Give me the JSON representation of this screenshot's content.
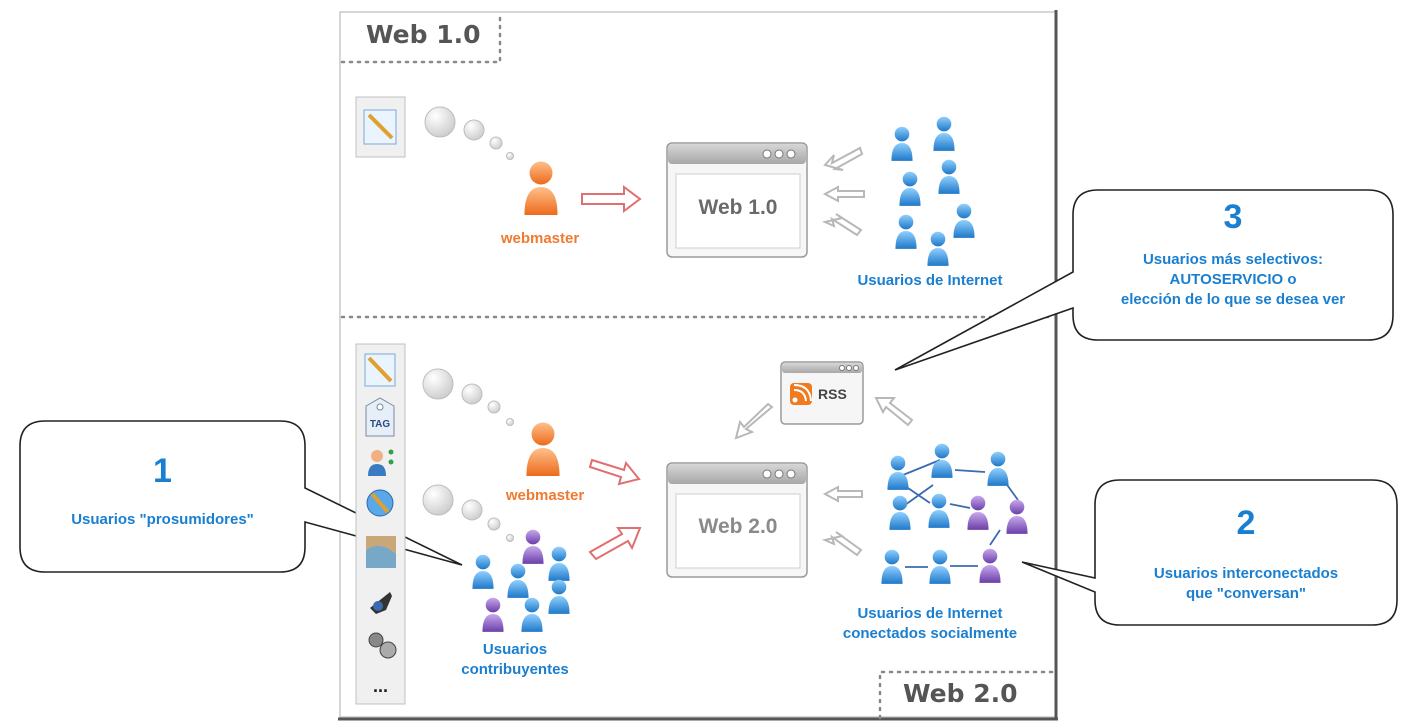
{
  "sections": {
    "top": "Web 1.0",
    "bottom": "Web 2.0"
  },
  "top": {
    "window_title": "Web 1.0",
    "webmaster": "webmaster",
    "users": "Usuarios de Internet"
  },
  "bottom": {
    "window_title": "Web 2.0",
    "webmaster": "webmaster",
    "rss": "RSS",
    "tag": "TAG",
    "ellipsis": "...",
    "contrib_line1": "Usuarios",
    "contrib_line2": "contribuyentes",
    "social_line1": "Usuarios de Internet",
    "social_line2": "conectados socialmente"
  },
  "callouts": {
    "c1": {
      "number": "1",
      "line1": "Usuarios \"prosumidores\""
    },
    "c2": {
      "number": "2",
      "line1": "Usuarios interconectados",
      "line2": "que \"conversan\""
    },
    "c3": {
      "number": "3",
      "line1": "Usuarios más selectivos:",
      "line2": "AUTOSERVICIO o",
      "line3": "elección de lo que se desea ver"
    }
  },
  "colors": {
    "accent_blue": "#1a7fd0",
    "webmaster_orange": "#f07a30",
    "user_blue": "#3a9ee0",
    "user_purple": "#8a5cc0",
    "arrow_red": "#e07070",
    "arrow_gray": "#b8b8b8"
  }
}
